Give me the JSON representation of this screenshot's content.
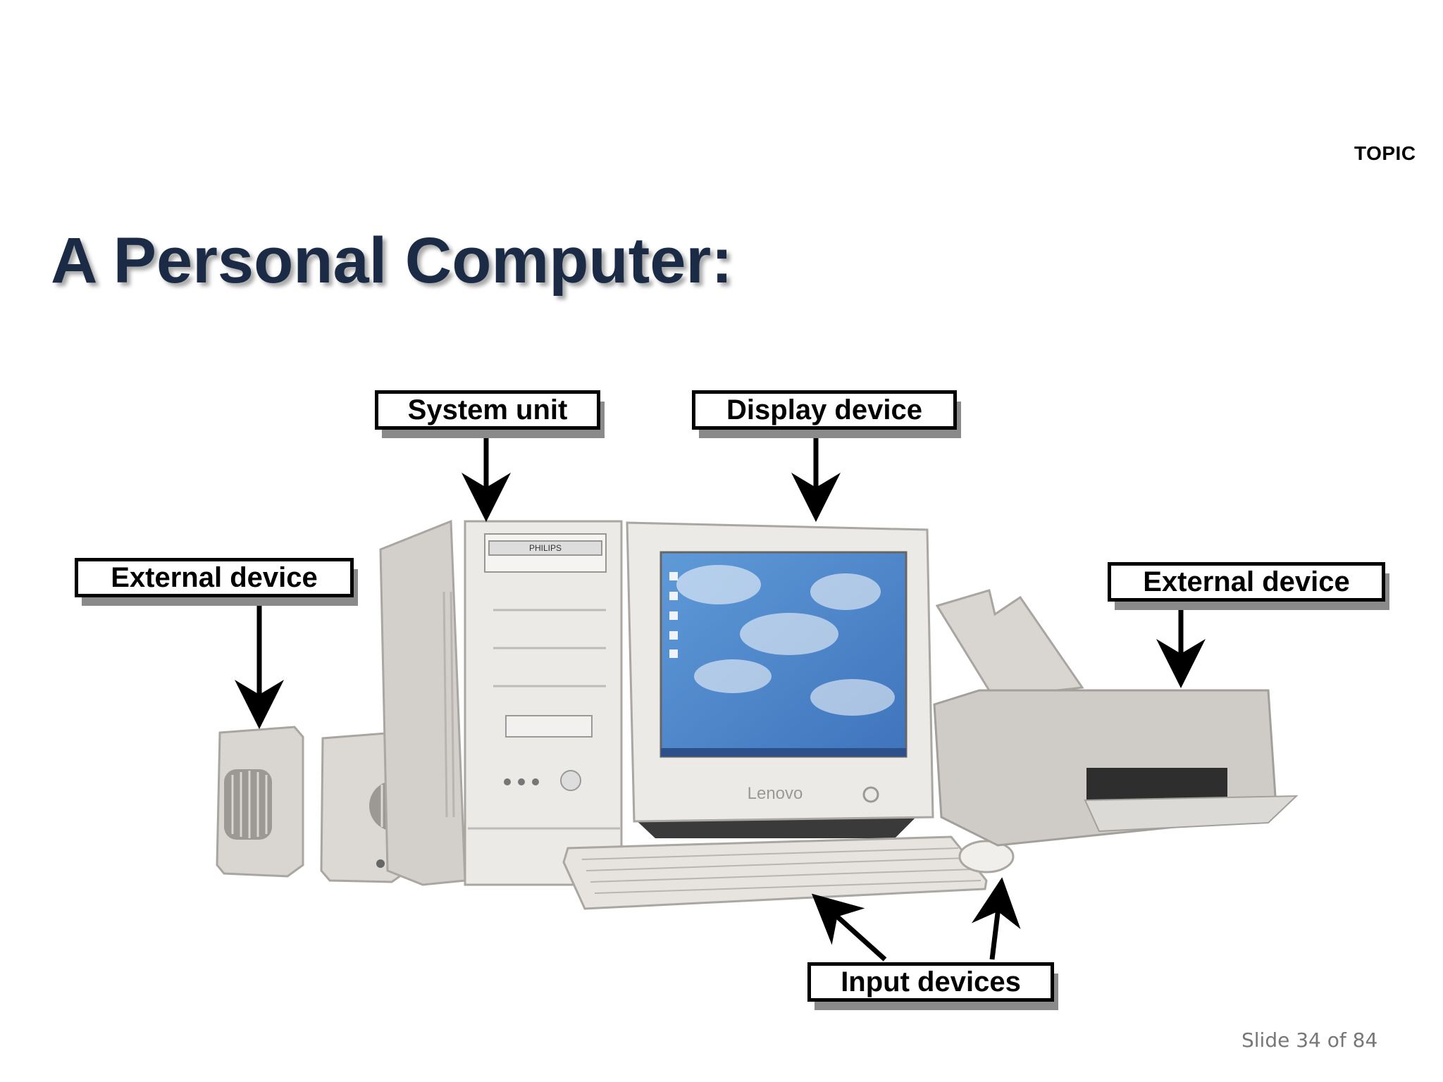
{
  "header": {
    "topic": "TOPIC"
  },
  "slide": {
    "title": "A Personal Computer:"
  },
  "diagram": {
    "labels": {
      "system_unit": "System unit",
      "display_device": "Display device",
      "external_device_left": "External device",
      "external_device_right": "External device",
      "input_devices": "Input devices"
    },
    "monitor_brand": "Lenovo",
    "drive_brand": "PHILIPS"
  },
  "footer": {
    "slide_counter": "Slide 34 of 84"
  },
  "colors": {
    "title": "#1b2b45",
    "sky": "#4a82c8",
    "device": "#e9e6e2"
  }
}
